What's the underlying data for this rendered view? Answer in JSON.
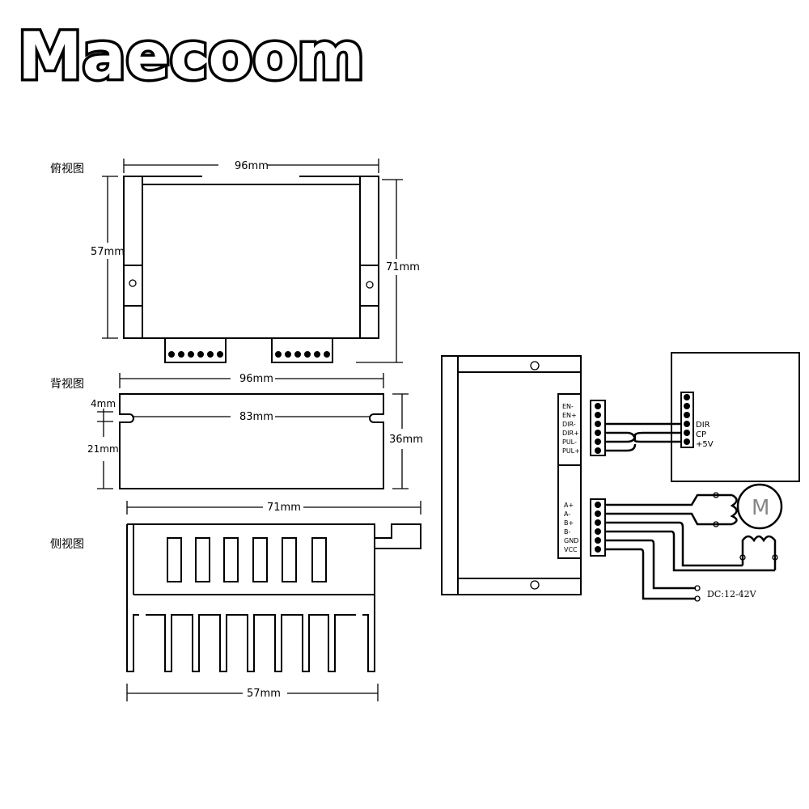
{
  "brand": "Maecoom",
  "views": {
    "top": {
      "label": "俯视图",
      "width": "96mm",
      "height": "57mm",
      "depth": "71mm"
    },
    "back": {
      "label": "背视图",
      "width": "96mm",
      "slot_spacing": "83mm",
      "slot_offset": "4mm",
      "lower": "21mm",
      "height": "36mm"
    },
    "side": {
      "label": "侧视图",
      "top_width": "71mm",
      "bottom_width": "57mm"
    }
  },
  "wiring": {
    "signal_terminals": [
      "EN-",
      "EN+",
      "DIR-",
      "DIR+",
      "PUL-",
      "PUL+"
    ],
    "controller_terminals": [
      "DIR",
      "CP",
      "+5V"
    ],
    "power_terminals": [
      "A+",
      "A-",
      "B+",
      "B-",
      "GND",
      "VCC"
    ],
    "motor_label": "M",
    "power_supply": "DC:12-42V"
  }
}
